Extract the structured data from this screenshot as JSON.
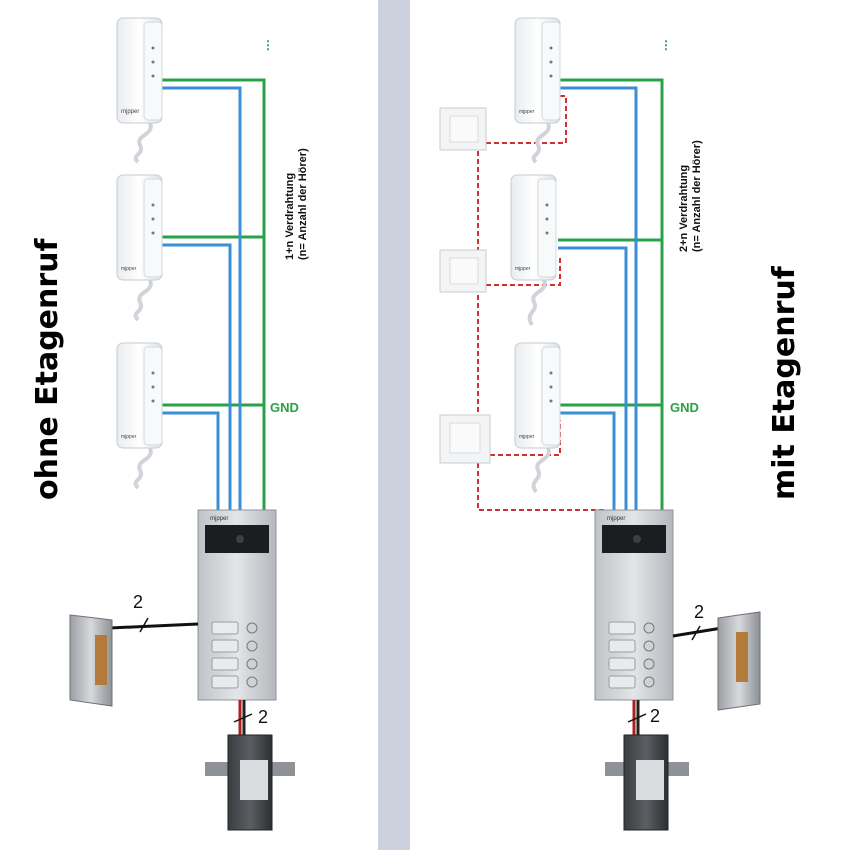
{
  "left_panel": {
    "title": "ohne Etagenruf",
    "wiring_line1": "1+n Verdrahtung",
    "wiring_line2": "(n= Anzahl der Hörer)",
    "gnd_label": "GND",
    "lock_wire_count": "2",
    "psu_wire_count": "2"
  },
  "right_panel": {
    "title": "mit Etagenruf",
    "wiring_line1": "2+n Verdrahtung",
    "wiring_line2": "(n= Anzahl der Hörer)",
    "gnd_label": "GND",
    "lock_wire_count": "2",
    "psu_wire_count": "2"
  },
  "brand": "mjpper",
  "continuation_marker": "⋮",
  "colors": {
    "common_wire": "#2aa148",
    "data_wire": "#3a8fd6",
    "floor_call_wire": "#d62f2f",
    "power_wire": "#b01e1e",
    "divider": "#ccd1dd"
  }
}
